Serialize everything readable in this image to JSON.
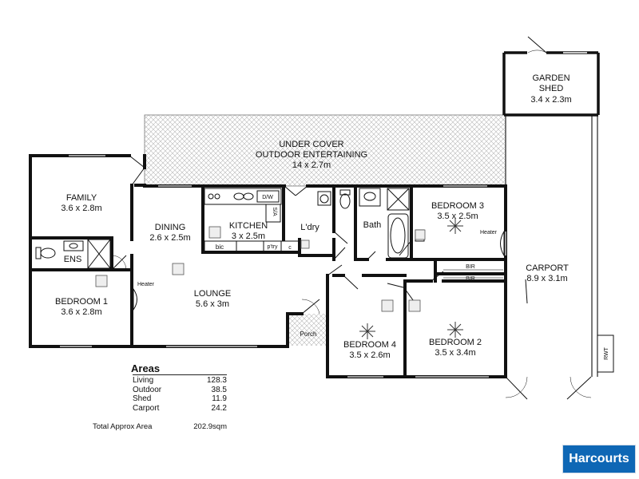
{
  "rooms": {
    "garden_shed": {
      "name_1": "GARDEN",
      "name_2": "SHED",
      "size": "3.4 x 2.3m"
    },
    "outdoor": {
      "name_1": "UNDER COVER",
      "name_2": "OUTDOOR ENTERTAINING",
      "size": "14 x 2.7m"
    },
    "family": {
      "name": "FAMILY",
      "size": "3.6 x 2.8m"
    },
    "dining": {
      "name": "DINING",
      "size": "2.6 x 2.5m"
    },
    "kitchen": {
      "name": "KITCHEN",
      "size": "3 x 2.5m"
    },
    "laundry": {
      "name": "L'dry"
    },
    "bath": {
      "name": "Bath"
    },
    "bedroom3": {
      "name": "BEDROOM 3",
      "size": "3.5 x 2.5m"
    },
    "carport": {
      "name": "CARPORT",
      "size": "8.9 x 3.1m"
    },
    "ensuite": {
      "name": "ENS"
    },
    "bedroom1": {
      "name": "BEDROOM 1",
      "size": "3.6 x 2.8m"
    },
    "lounge": {
      "name": "LOUNGE",
      "size": "5.6 x 3m"
    },
    "porch": {
      "name": "Porch"
    },
    "bedroom4": {
      "name": "BEDROOM 4",
      "size": "3.5 x 2.6m"
    },
    "bedroom2": {
      "name": "BEDROOM 2",
      "size": "3.5 x 3.4m"
    }
  },
  "fixtures": {
    "dw": "D/W",
    "sa": "S/A",
    "bic": "bic",
    "pantry": "p'try",
    "c": "c",
    "heater_lounge": "Heater",
    "heater_bed3": "Heater",
    "bir_1": "BIR",
    "bir_2": "BIR",
    "rwt": "RWT"
  },
  "areas": {
    "title": "Areas",
    "rows": [
      {
        "label": "Living",
        "value": "128.3"
      },
      {
        "label": "Outdoor",
        "value": "38.5"
      },
      {
        "label": "Shed",
        "value": "11.9"
      },
      {
        "label": "Carport",
        "value": "24.2"
      }
    ],
    "total_label": "Total Approx Area",
    "total_value": "202.9sqm"
  },
  "brand": {
    "name": "Harcourts",
    "color": "#0e67b5"
  },
  "colors": {
    "wall": "#111111",
    "hatch": "#bbbbbb"
  }
}
